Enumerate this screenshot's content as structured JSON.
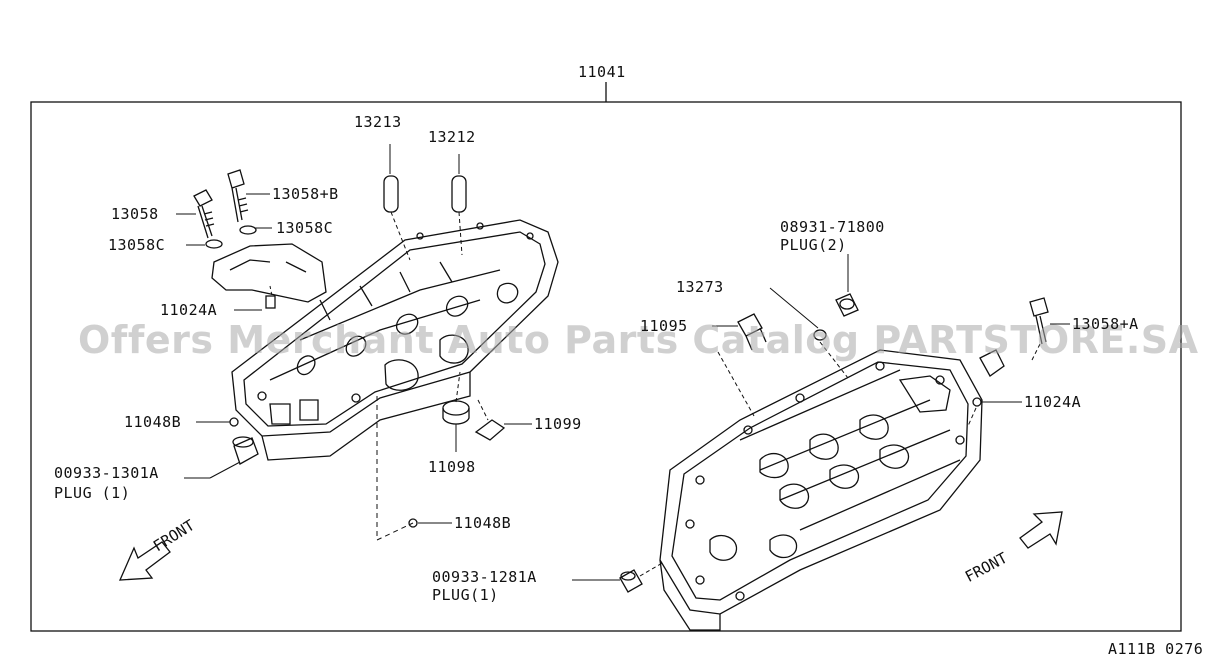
{
  "diagram": {
    "assembly_label": "11041",
    "diagram_code": "A111B 0276",
    "watermark": "Offers Merchant Auto Parts Catalog PARTSTORE.SA",
    "front_left": "FRONT",
    "front_right": "FRONT",
    "parts": {
      "p13213": "13213",
      "p13212": "13212",
      "p13058_b": "13058+B",
      "p13058": "13058",
      "p13058c_right": "13058C",
      "p13058c_left": "13058C",
      "p11024a_left": "11024A",
      "p11048b_left": "11048B",
      "p00933_1301a": "00933-1301A",
      "plug1_left": "PLUG (1)",
      "p11098": "11098",
      "p11099": "11099",
      "p11048b_bottom": "11048B",
      "p08931_71800": "08931-71800",
      "plug2": "PLUG(2)",
      "p13273": "13273",
      "p11095": "11095",
      "p13058_a": "13058+A",
      "p11024a_right": "11024A",
      "p00933_1281a": "00933-1281A",
      "plug1_right": "PLUG(1)"
    }
  }
}
